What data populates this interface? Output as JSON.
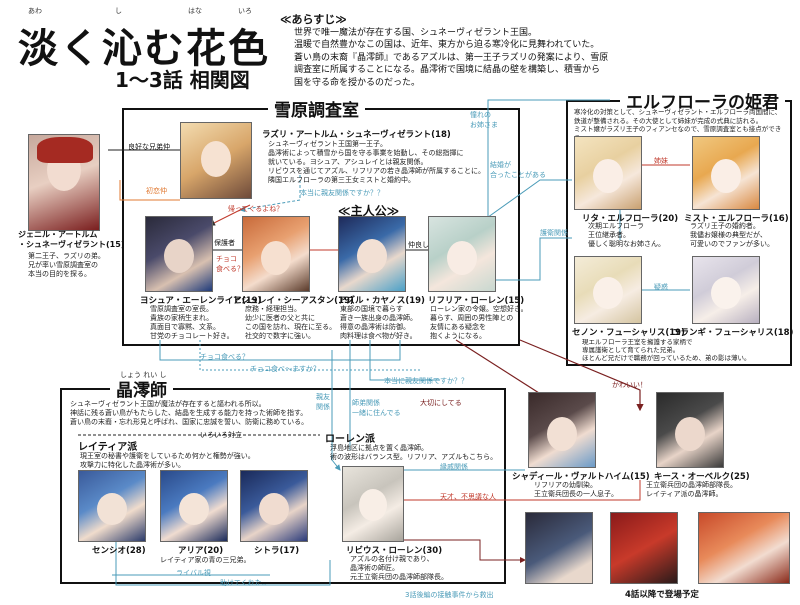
{
  "title": {
    "main": "淡く沁む花色",
    "ruby": [
      "あわ",
      "し",
      "はな",
      "いろ"
    ],
    "sub": "1〜3話 相関図"
  },
  "synopsis": {
    "heading": "≪あらすじ≫",
    "lines": [
      "世界で唯一魔法が存在する国、シュネーヴィゼラント王国。",
      "温暖で自然豊かなこの国は、近年、東方から迫る寒冷化に見舞われていた。",
      "蒼い鳥の末裔『晶澪師』であるアズルは、第一王子ラズリの発案により、雪原",
      "調査室に所属することになる。晶澪術で国境に結晶の壁を構築し、積雪から",
      "国を守る命を授かるのだった。"
    ]
  },
  "sections": {
    "setsugen": "雪原調査室",
    "elflora": "エルフローラの姫君",
    "shoreishi": "晶澪師",
    "shoreishi_ruby": "しょう れい し",
    "protagonist": "≪主人公≫",
    "reitia_faction": "レイティア派",
    "roren_faction": "ローレン派"
  },
  "characters": {
    "lazuli": {
      "name": "ラズリ・アートルム・シュネーヴィゼラント(18)",
      "desc": [
        "シュネーヴィゼラント王国第一王子。",
        "晶澪術によって積雪から国を守る事業を始動し、その総指揮に",
        "就いている。ヨシュア、アシュレイとは親友関係。",
        "リビウスを通じてアズル、リフリアの若き晶澪師が所属することに。",
        "隣国エルフローラの第三王女ミストと婚約中。"
      ]
    },
    "genil": {
      "name": "ジェニル・アートルム\n・シュネーヴィゼラント(15)",
      "desc": [
        "第二王子、ラズリの弟。",
        "兄が率い雪原調査室の",
        "本当の目的を探る。"
      ]
    },
    "joshua": {
      "name": "ヨシュア・エーレンライヒ(19)",
      "desc": [
        "雪原調査室の室長。",
        "貴族の家柄生まれ。",
        "真面目で寡黙、文系。",
        "甘党のチョコレート好き。"
      ]
    },
    "ashley": {
      "name": "アシュレイ・シーアスタン(19)",
      "desc": [
        "庶務・経理担当。",
        "幼少に医者の父と共に",
        "この国を訪れ、現在に至る。",
        "社交的で数字に強い。"
      ]
    },
    "azul": {
      "name": "アズル・カヤノス(19)",
      "desc": [
        "東部の国境で暮らす",
        "蒼き一族出身の晶澪師。",
        "得意の晶澪術は防御。",
        "肉料理は食べ物が好き。"
      ]
    },
    "rifria": {
      "name": "リフリア・ローレン(15)",
      "desc": [
        "ローレン家の令嬢。空想好き。",
        "暮らす、周囲の男性陣との",
        "友情にある疑念を",
        "抱くようになる。"
      ]
    },
    "rita": {
      "name": "リタ・エルフローラ(20)",
      "desc": [
        "次期エルフローラ",
        "王位継承者。",
        "優しく聡明なお姉さん。"
      ]
    },
    "mist": {
      "name": "ミスト・エルフローラ(16)",
      "desc": [
        "ラズリ王子の婚約者。",
        "我儘お嬢様の典型だが、",
        "可愛いのでファンが多い。"
      ]
    },
    "senor": {
      "name": "セノン・フューシャリス(19)"
    },
    "yulangi": {
      "name": "ユランギ・フューシャリス(18)"
    },
    "fuchsia_desc": [
      "現エルフローラ王室を擁護する家柄で",
      "専属護衛として育てられた兄弟。",
      "ほとんど兄だけで職務が回っているため、弟の影は薄い。"
    ],
    "elflora_intro": [
      "寒冷化の対策として、シュネーヴィゼラント・エルフローラ両国間に、",
      "鉄道が整備される。その大使として姉妹が完成の式典に訪れる。",
      "ミスト嬢がラズリ王子のフィアンセなので、雪原調査室とも接点ができる。"
    ],
    "shadiel": {
      "name": "シャディール・ヴァルトハイム(15)",
      "desc": [
        "リフリアの幼馴染。",
        "王立衛兵団長の一人息子。"
      ]
    },
    "keith": {
      "name": "キース・オーベルク(25)",
      "desc": [
        "王立衛兵団の晶澪師部隊長。",
        "レイティア派の晶澪師。"
      ]
    },
    "senio": {
      "name": "センシオ(28)"
    },
    "aria": {
      "name": "アリア(20)"
    },
    "shitora": {
      "name": "シトラ(17)"
    },
    "reitia_note": "レイティア家の青の三兄弟。",
    "livius": {
      "name": "リビウス・ローレン(30)",
      "desc": [
        "アズルの名付け親であり、",
        "晶澪術の師匠。",
        "元王立衛兵団の晶澪師部隊長。"
      ]
    }
  },
  "shoreishi_intro": [
    "シュネーヴィゼラント王国が魔法が存在すると謳われる所以。",
    "神話に残る蒼い鳥がもたらした、結晶を生成する能力を持った術師を指す。",
    "蒼い鳥の末裔・忘れ形見と呼ばれ、国家に忠誠を誓い、防衛に務めている。"
  ],
  "reitia_desc": [
    "現王室の秘書や護衛をしているため何かと権勢が強い。",
    "攻撃力に特化した晶澪術が多い。"
  ],
  "roren_desc": [
    "浮島地区に拠点を置く晶澪師。",
    "術の波形はバランス型。リフリア、アズルもこちら。"
  ],
  "relations": {
    "good_brothers": "良好な兄弟仲",
    "first_love": "初恋仲",
    "return_home": "帰ってくるよね？",
    "real_close": "本当に親友関係ですか？？",
    "longing": "憧れの\nお姉さま",
    "conflict_chocolate": "チョコ\n食べる？",
    "guardian": "保護者",
    "friendly": "仲良し",
    "escort": "護衛関係",
    "sisters": "姉妹",
    "suspicion": "疑惑",
    "blank_eyed": "結婚が\n合ったことがある",
    "chocolate_q": "チョコ食べる？",
    "chocolate_a": "チョコ食べ～ますか？",
    "real_close2": "本当に親友関係ですか？？",
    "ex_cop": "親友\n関係",
    "master": "師弟関係\n一緒に住んでる",
    "meet_it": "いろいろ対立",
    "cherished": "大切にしてる",
    "kinship": "縁戚関係",
    "enemy": "天才、不思議な人",
    "rival": "ライバル視",
    "rescued": "助けてくれた..",
    "after_note": "3話後編の接触事件から救出",
    "upcoming": "4話以降で登場予定",
    "genil_rel": "かわいい！"
  },
  "colors": {
    "line_dark": "#222222",
    "line_teal": "#4a9bb8",
    "line_orange": "#e07830",
    "line_red": "#c0392b",
    "line_maroon": "#7a2020"
  }
}
